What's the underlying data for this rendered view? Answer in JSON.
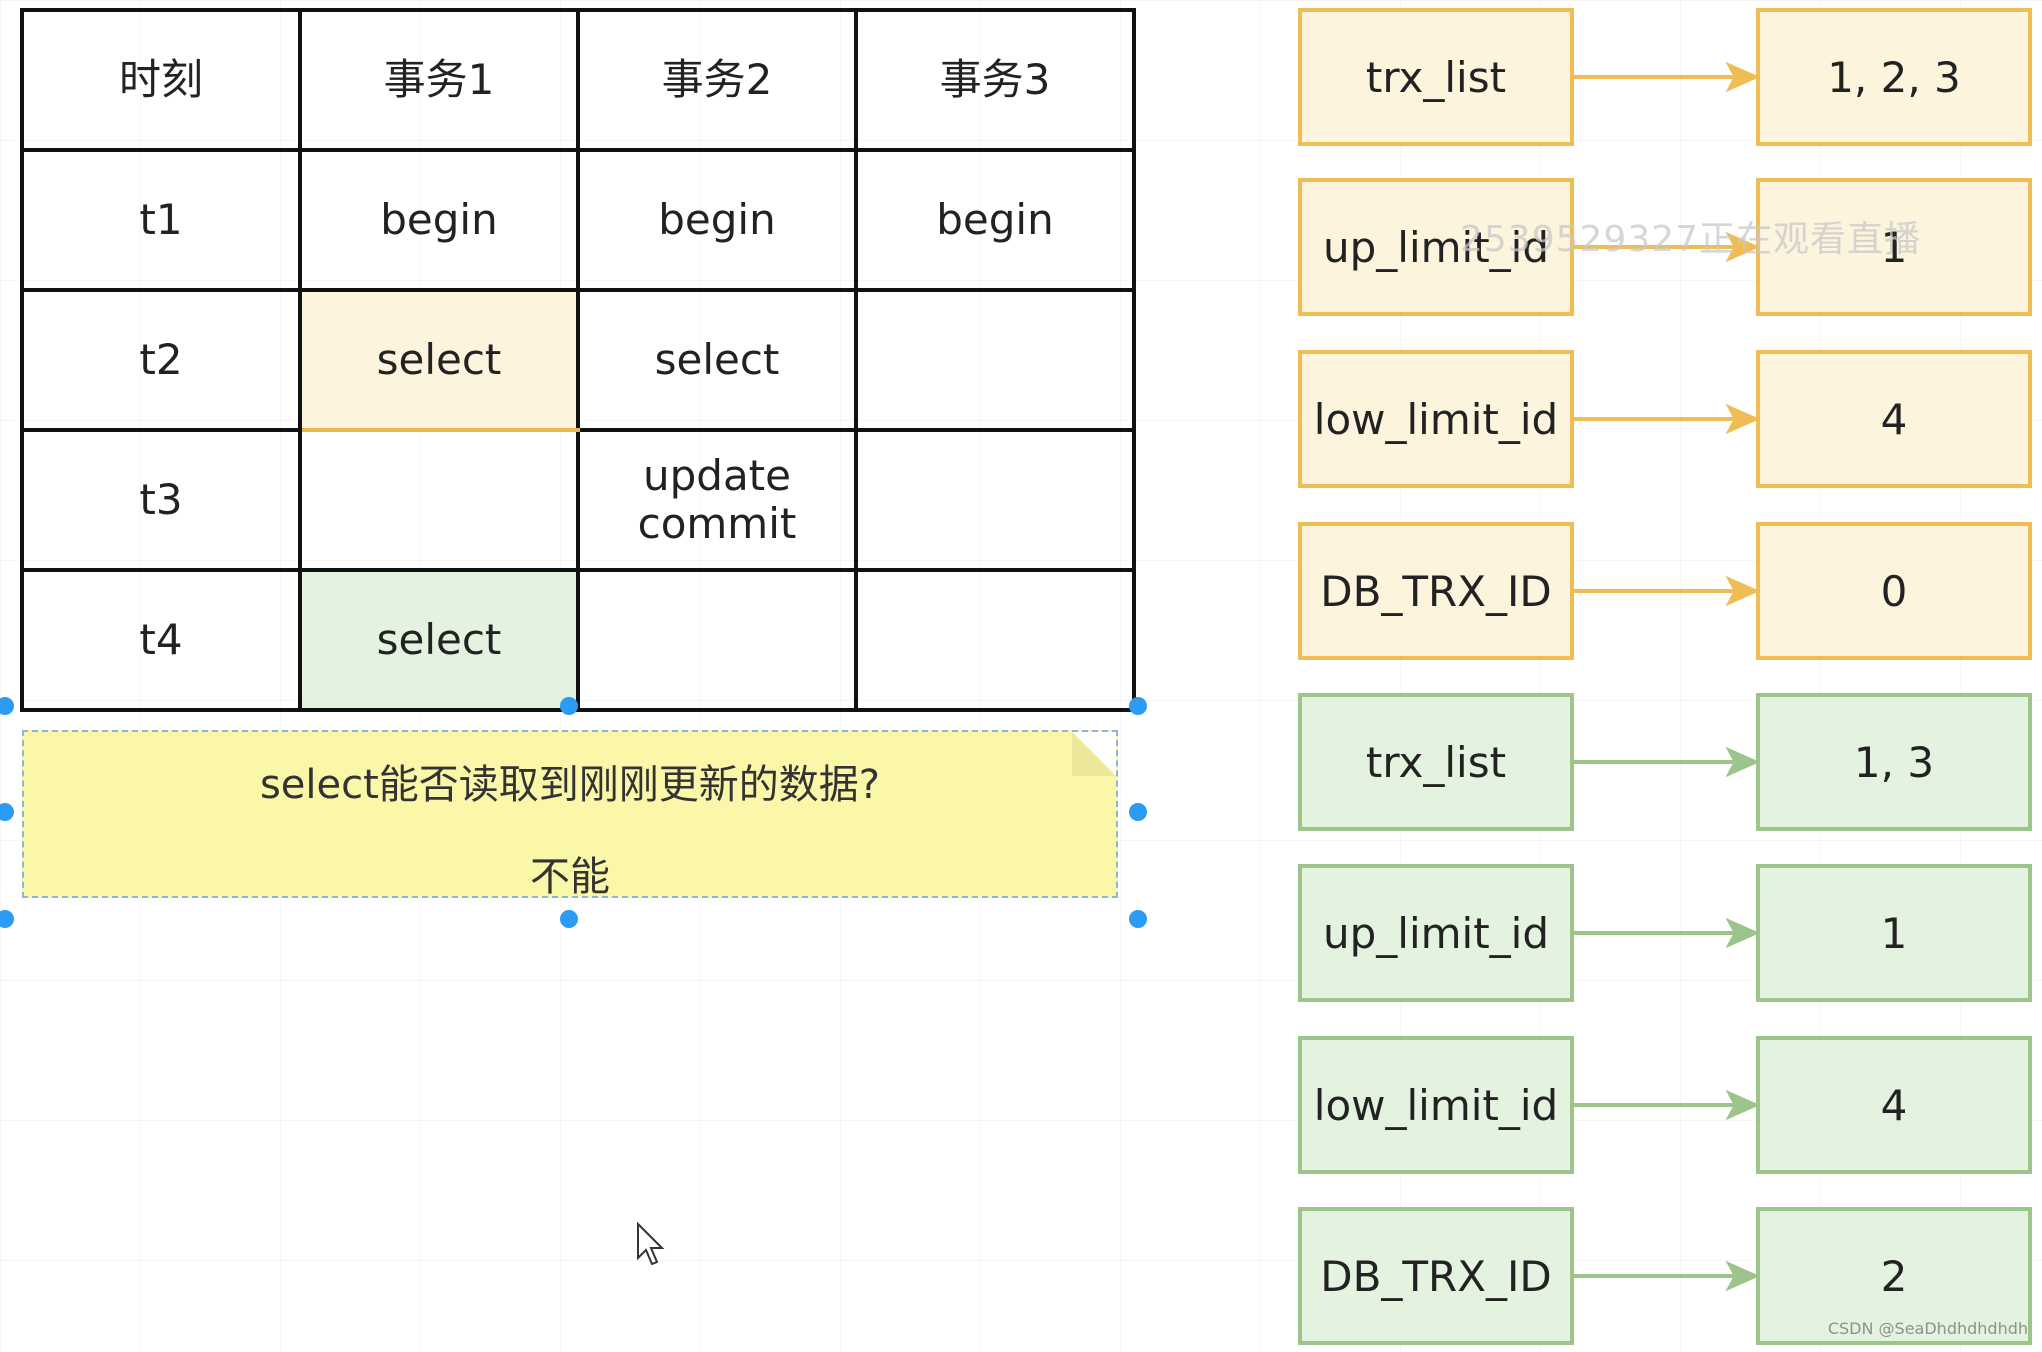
{
  "table": {
    "headers": [
      "时刻",
      "事务1",
      "事务2",
      "事务3"
    ],
    "rows": [
      [
        "t1",
        "begin",
        "begin",
        "begin"
      ],
      [
        "t2",
        "select",
        "select",
        ""
      ],
      [
        "t3",
        "",
        "update commit",
        ""
      ],
      [
        "t4",
        "select",
        "",
        ""
      ]
    ],
    "t3_tx2_line1": "update",
    "t3_tx2_line2": "commit"
  },
  "note": {
    "question": "select能否读取到刚刚更新的数据?",
    "answer": "不能"
  },
  "readview_1": {
    "color": "#efbd55",
    "items": [
      {
        "key": "trx_list",
        "value": "1, 2, 3"
      },
      {
        "key": "up_limit_id",
        "value": "1"
      },
      {
        "key": "low_limit_id",
        "value": "4"
      },
      {
        "key": "DB_TRX_ID",
        "value": "0"
      }
    ]
  },
  "readview_2": {
    "color": "#9cc48b",
    "items": [
      {
        "key": "trx_list",
        "value": "1, 3"
      },
      {
        "key": "up_limit_id",
        "value": "1"
      },
      {
        "key": "low_limit_id",
        "value": "4"
      },
      {
        "key": "DB_TRX_ID",
        "value": "2"
      }
    ]
  },
  "overlay": {
    "watermark": "2539529327正在观看直播",
    "credit": "CSDN @SeaDhdhdhdhdh"
  },
  "colors": {
    "yellow_fill": "#fdf4de",
    "green_fill": "#e4f3df",
    "note_fill": "#fbf7a8",
    "handle": "#2b9bf4"
  }
}
